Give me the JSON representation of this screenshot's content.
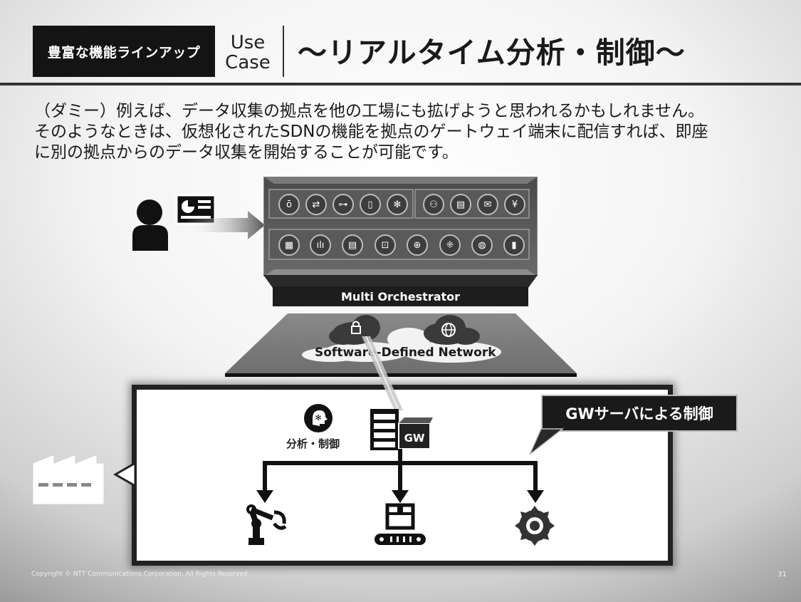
{
  "header": {
    "badge": "豊富な機能ラインアップ",
    "usecase_line1": "Use",
    "usecase_line2": "Case",
    "title": "〜リアルタイム分析・制御〜"
  },
  "body": {
    "lines": [
      "（ダミー）例えば、データ収集の拠点を他の工場にも拡げようと思われるかもしれません。",
      "そのようなときは、仮想化されたSDNの機能を拠点のゲートウェイ端末に配信すれば、即座",
      "に別の拠点からのデータ収集を開始することが可能です。"
    ]
  },
  "diagram": {
    "orchestrator_label": "Multi Orchestrator",
    "sdn_label": "Software-Defined Network",
    "gw_tag": "GW",
    "analysis_label": "分析・制御",
    "callout": "GWサーバによる制御",
    "icons_row1_left": [
      "money-bag-icon",
      "sync-icon",
      "key-icon",
      "phone-icon",
      "brain-icon"
    ],
    "icons_row1_right": [
      "users-icon",
      "document-icon",
      "mail-icon",
      "yen-icon"
    ],
    "icons_row2": [
      "grid-icon",
      "chart-icon",
      "list-icon",
      "lock-icon",
      "globe-icon",
      "network-icon",
      "sphere-icon",
      "tablet-icon"
    ],
    "devices": [
      "robot-arm-icon",
      "conveyor-box-icon",
      "saw-blade-icon"
    ]
  },
  "footer": {
    "copyright": "Copyright © NTT Communications Corporation. All Rights Reserved.",
    "page_number": "31"
  }
}
